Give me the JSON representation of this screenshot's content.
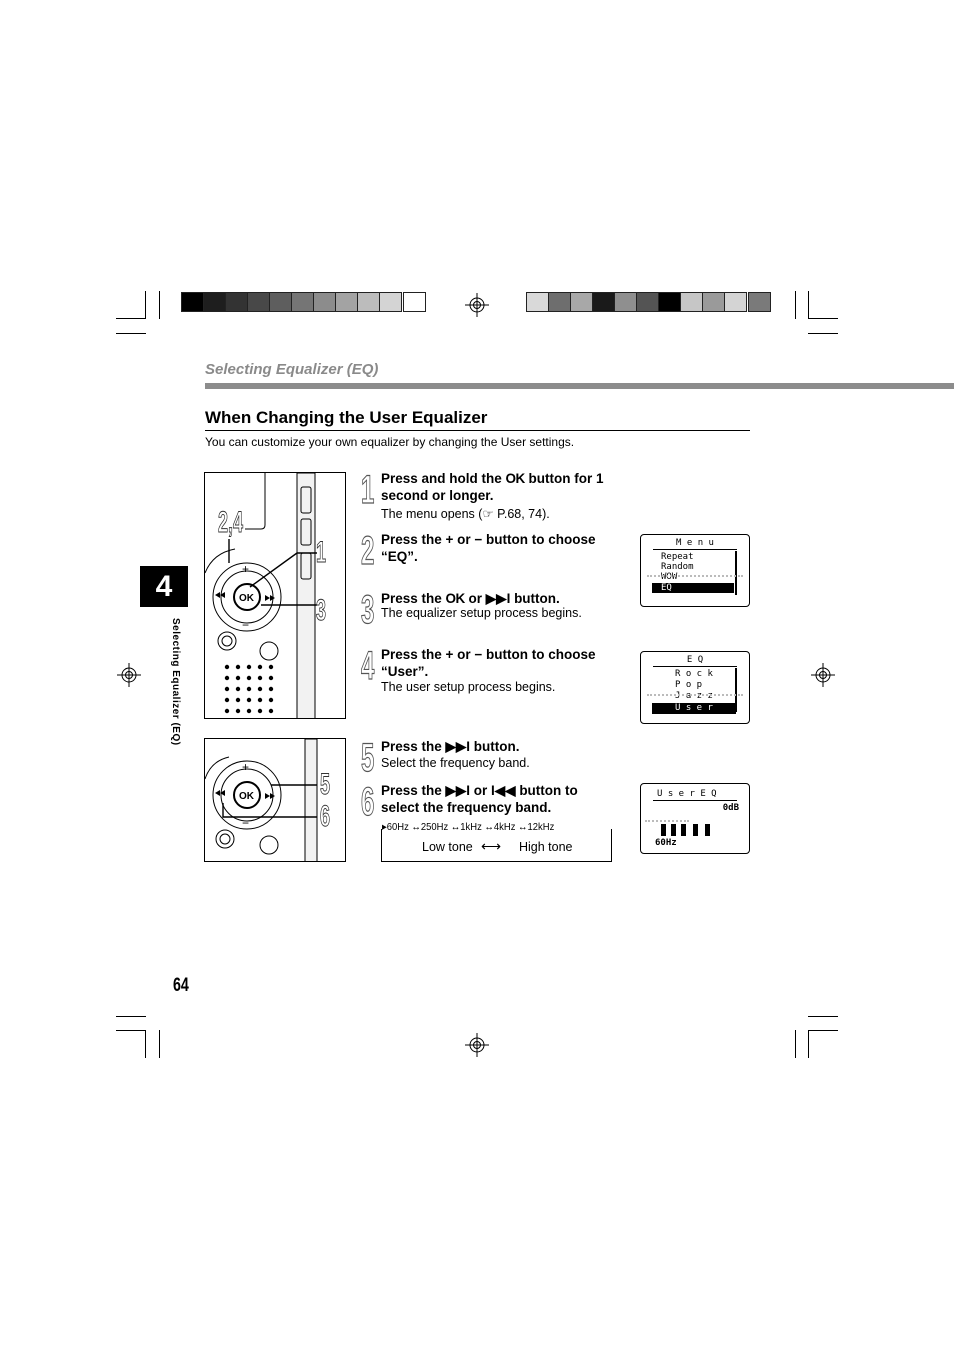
{
  "header": {
    "section_title": "Selecting Equalizer (EQ)",
    "heading": "When Changing the User Equalizer",
    "intro": "You can customize your own equalizer by changing the User settings."
  },
  "sidebar": {
    "chapter": "4",
    "label": "Selecting Equalizer (EQ)"
  },
  "figure_labels": {
    "top_a": "2,4",
    "top_b": "1",
    "top_c": "3",
    "bottom_a": "5",
    "bottom_b": "6",
    "ok": "OK",
    "plus": "+",
    "minus": "−"
  },
  "steps": [
    {
      "num": "1",
      "title_pre": "Press and hold the ",
      "title_sym": "OK",
      "title_post": " button for 1 second or longer.",
      "desc": "The menu opens (☞ P.68, 74)."
    },
    {
      "num": "2",
      "title": "Press the + or − button to choose “EQ”.",
      "desc": ""
    },
    {
      "num": "3",
      "title_pre": "Press the ",
      "title_sym": "OK",
      "title_post": " or ▶▶I button.",
      "desc": "The equalizer setup process begins."
    },
    {
      "num": "4",
      "title": "Press the + or − button to choose “User”.",
      "desc": "The user setup process begins."
    },
    {
      "num": "5",
      "title": "Press the ▶▶I button.",
      "desc": "Select the frequency band."
    },
    {
      "num": "6",
      "title": "Press the ▶▶I or I◀◀ button to select the frequency band.",
      "desc": ""
    }
  ],
  "frequency": {
    "bands": [
      "60Hz",
      "250Hz",
      "1kHz",
      "4kHz",
      "12kHz"
    ],
    "low": "Low tone",
    "high": "High tone"
  },
  "lcd_menu": {
    "title": "M e n u",
    "items": [
      "Repeat",
      "Random",
      "WOW",
      "EQ"
    ],
    "selected": "EQ"
  },
  "lcd_eq": {
    "title": "E Q",
    "items": [
      "R o c k",
      "P o p",
      "J a z z",
      "U s e r"
    ],
    "selected": "U s e r"
  },
  "lcd_user": {
    "title": "U s e r   E Q",
    "level": "0dB",
    "band": "60Hz"
  },
  "footer": {
    "page_number": "64"
  }
}
